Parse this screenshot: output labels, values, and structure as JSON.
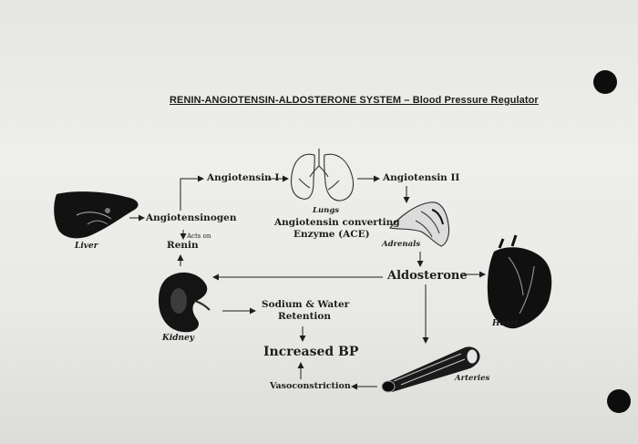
{
  "title": "RENIN-ANGIOTENSIN-ALDOSTERONE SYSTEM – Blood Pressure Regulator",
  "nodes": {
    "angiotensin1": "Angiotensin I",
    "angiotensin2": "Angiotensin II",
    "angiotensinogen": "Angiotensinogen",
    "acts_on": "Acts on",
    "renin": "Renin",
    "aldosterone": "Aldosterone",
    "sodium_water_line1": "Sodium & Water",
    "sodium_water_line2": "Retention",
    "increased_bp": "Increased BP",
    "vasoconstriction": "Vasoconstriction",
    "ace_line1": "Angiotensin converting",
    "ace_line2": "Enzyme (ACE)"
  },
  "organs": {
    "liver": "Liver",
    "lungs": "Lungs",
    "adrenals": "Adrenals",
    "kidney": "Kidney",
    "heart": "Heart",
    "arteries": "Arteries"
  }
}
